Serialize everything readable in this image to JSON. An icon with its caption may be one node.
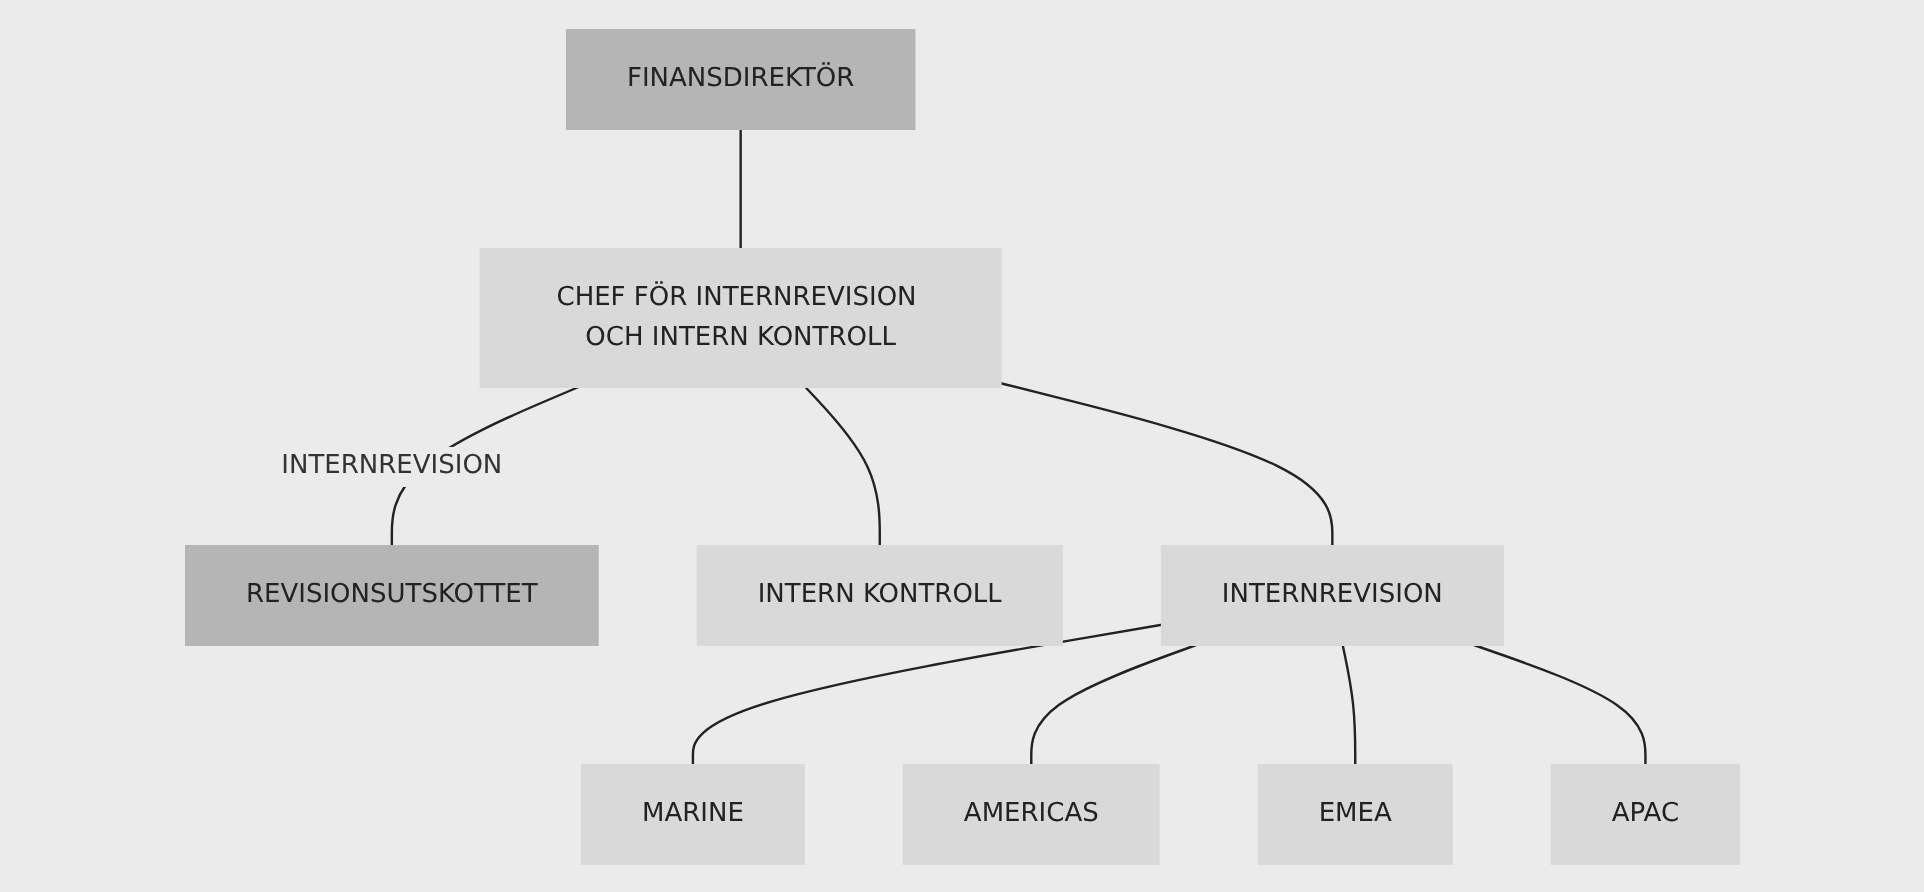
{
  "diagram": {
    "nodes": [
      {
        "text": [
          "FINANSDIREKTÖR"
        ]
      },
      {
        "text": [
          "CHEF FÖR INTERNREVISION OCH INTERN KONTROLL"
        ]
      },
      {
        "text": [
          "REVISIONSUTSKOTTET"
        ]
      },
      {
        "text": [
          "INTERN KONTROLL"
        ]
      },
      {
        "text": [
          "INTERNREVISION"
        ]
      },
      {
        "text": [
          "MARINE"
        ]
      },
      {
        "text": [
          "AMERICAS"
        ]
      },
      {
        "text": [
          "EMEA"
        ]
      },
      {
        "text": [
          "APAC"
        ]
      }
    ],
    "edges": [
      {
        "from": 0,
        "to": 1,
        "arrow": "none"
      },
      {
        "from": 1,
        "to": 2,
        "arrow": "none",
        "label": "INTERNREVISION"
      },
      {
        "from": 1,
        "to": 3,
        "arrow": "none"
      },
      {
        "from": 1,
        "to": 4,
        "arrow": "none"
      },
      {
        "from": 4,
        "to": 5,
        "arrow": "none"
      },
      {
        "from": 4,
        "to": 6,
        "arrow": "none"
      },
      {
        "from": 4,
        "to": 7,
        "arrow": "none"
      },
      {
        "from": 4,
        "to": 8,
        "arrow": "none"
      }
    ]
  }
}
